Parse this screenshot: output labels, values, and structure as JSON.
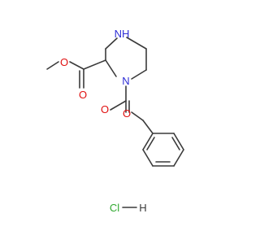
{
  "molecule": {
    "atoms": {
      "ring_n_top": {
        "text": "N",
        "sub": "H",
        "color": "#2d2dd6"
      },
      "ring_n_bottom": {
        "text": "N",
        "color": "#2d2dd6"
      },
      "ester_o_carbonyl": {
        "text": "O",
        "color": "#e01010"
      },
      "ester_o_ether": {
        "text": "O",
        "color": "#e01010"
      },
      "carbamate_o_carbonyl": {
        "text": "O",
        "color": "#e01010"
      },
      "carbamate_o_ether": {
        "text": "O",
        "color": "#e01010"
      },
      "chlorine": {
        "text": "Cl",
        "color": "#2fa82f"
      },
      "hydrogen": {
        "text": "H",
        "color": "#3a3a3a"
      }
    },
    "bond_color": "#3a3a3a"
  }
}
